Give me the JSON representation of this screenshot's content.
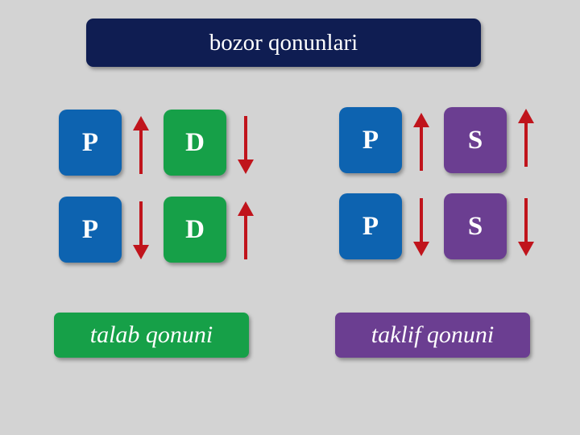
{
  "title": "bozor qonunlari",
  "demand_group": {
    "rows": [
      {
        "price_label": "P",
        "price_trend": "up",
        "quantity_label": "D",
        "quantity_trend": "down"
      },
      {
        "price_label": "P",
        "price_trend": "down",
        "quantity_label": "D",
        "quantity_trend": "up"
      }
    ],
    "law_label": "talab qonuni"
  },
  "supply_group": {
    "rows": [
      {
        "price_label": "P",
        "price_trend": "up",
        "quantity_label": "S",
        "quantity_trend": "up"
      },
      {
        "price_label": "P",
        "price_trend": "down",
        "quantity_label": "S",
        "quantity_trend": "down"
      }
    ],
    "law_label": "taklif qonuni"
  },
  "colors": {
    "title_bg": "#0f1d52",
    "price_tile": "#0d63b0",
    "demand_tile": "#16a048",
    "supply_tile": "#6b3e91",
    "arrow": "#c0141c",
    "background": "#d3d3d3"
  }
}
